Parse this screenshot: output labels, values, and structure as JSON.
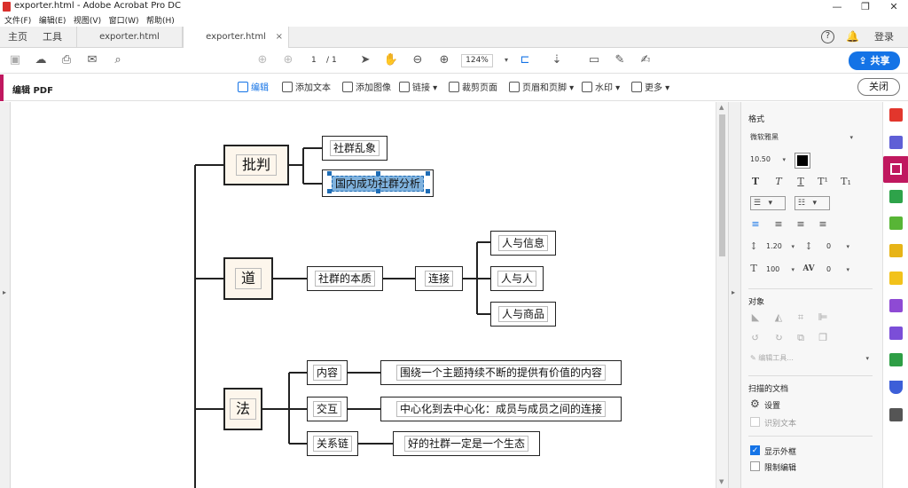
{
  "window": {
    "title": "exporter.html - Adobe Acrobat Pro DC",
    "min": "—",
    "max": "❐",
    "close": "✕"
  },
  "menu": [
    "文件(F)",
    "编辑(E)",
    "视图(V)",
    "窗口(W)",
    "帮助(H)"
  ],
  "nav": {
    "home": "主页",
    "tools": "工具",
    "login": "登录",
    "help": "?"
  },
  "tabs": [
    {
      "label": "exporter.html"
    },
    {
      "label": "exporter.html",
      "close": "×"
    }
  ],
  "toolbar": {
    "page_current": "1",
    "page_sep": "/",
    "page_total": "1",
    "zoom": "124%",
    "share": "共享"
  },
  "editbar": {
    "mode": "编辑 PDF",
    "close": "关闭",
    "tools": [
      "编辑",
      "添加文本",
      "添加图像",
      "链接",
      "裁剪页面",
      "页眉和页脚",
      "水印",
      "更多"
    ]
  },
  "props": {
    "format_header": "格式",
    "font": "微软雅黑",
    "font_size": "10.50",
    "line_spacing": "1.20",
    "para_spacing": "0",
    "scale": "100",
    "char_spacing": "0",
    "object_header": "对象",
    "edit_tool": "编辑工具...",
    "scan_header": "扫描的文档",
    "settings": "设置",
    "recognize": "识别文本",
    "show_border": "显示外框",
    "restrict": "限制编辑"
  },
  "mindmap": {
    "critique": "批判",
    "tao": "道",
    "fa": "法",
    "c1": "社群乱象",
    "c2": "国内成功社群分析",
    "t1": "社群的本质",
    "t2": "连接",
    "t3": "人与信息",
    "t4": "人与人",
    "t5": "人与商品",
    "f1": "内容",
    "f2": "交互",
    "f3": "关系链",
    "f1d": "围绕一个主题持续不断的提供有价值的内容",
    "f2d": "中心化到去中心化：成员与成员之间的连接",
    "f3d": "好的社群一定是一个生态"
  }
}
